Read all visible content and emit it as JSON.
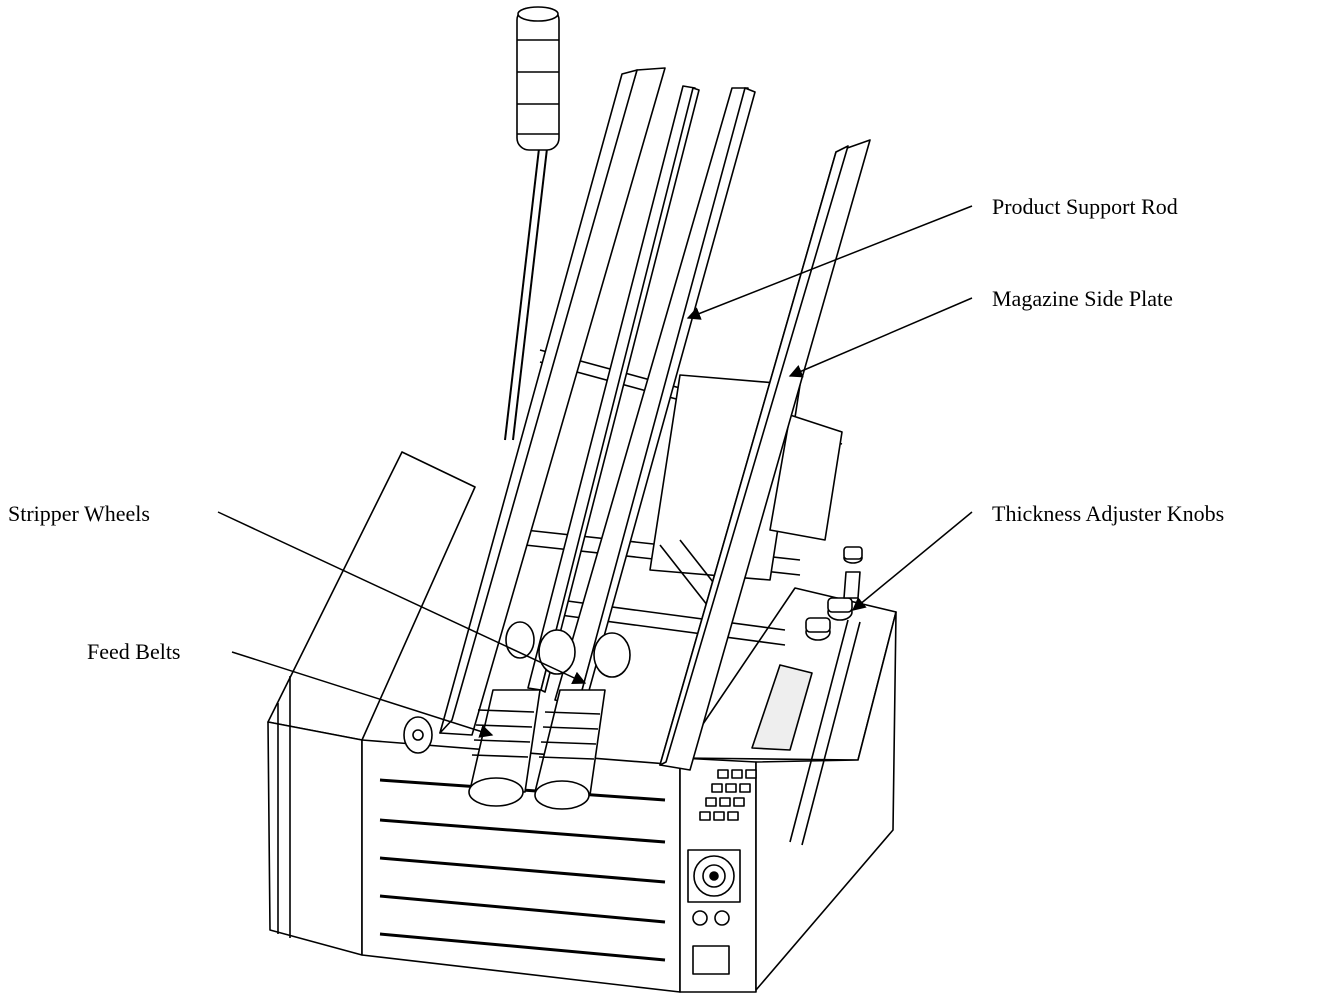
{
  "callouts": {
    "product_support_rod": "Product Support Rod",
    "magazine_side_plate": "Magazine Side Plate",
    "thickness_adjuster_knobs": "Thickness Adjuster Knobs",
    "stripper_wheels": "Stripper Wheels",
    "feed_belts": "Feed Belts"
  },
  "colors": {
    "line": "#000000",
    "paper": "#ffffff",
    "shade": "#d9d9d9"
  }
}
